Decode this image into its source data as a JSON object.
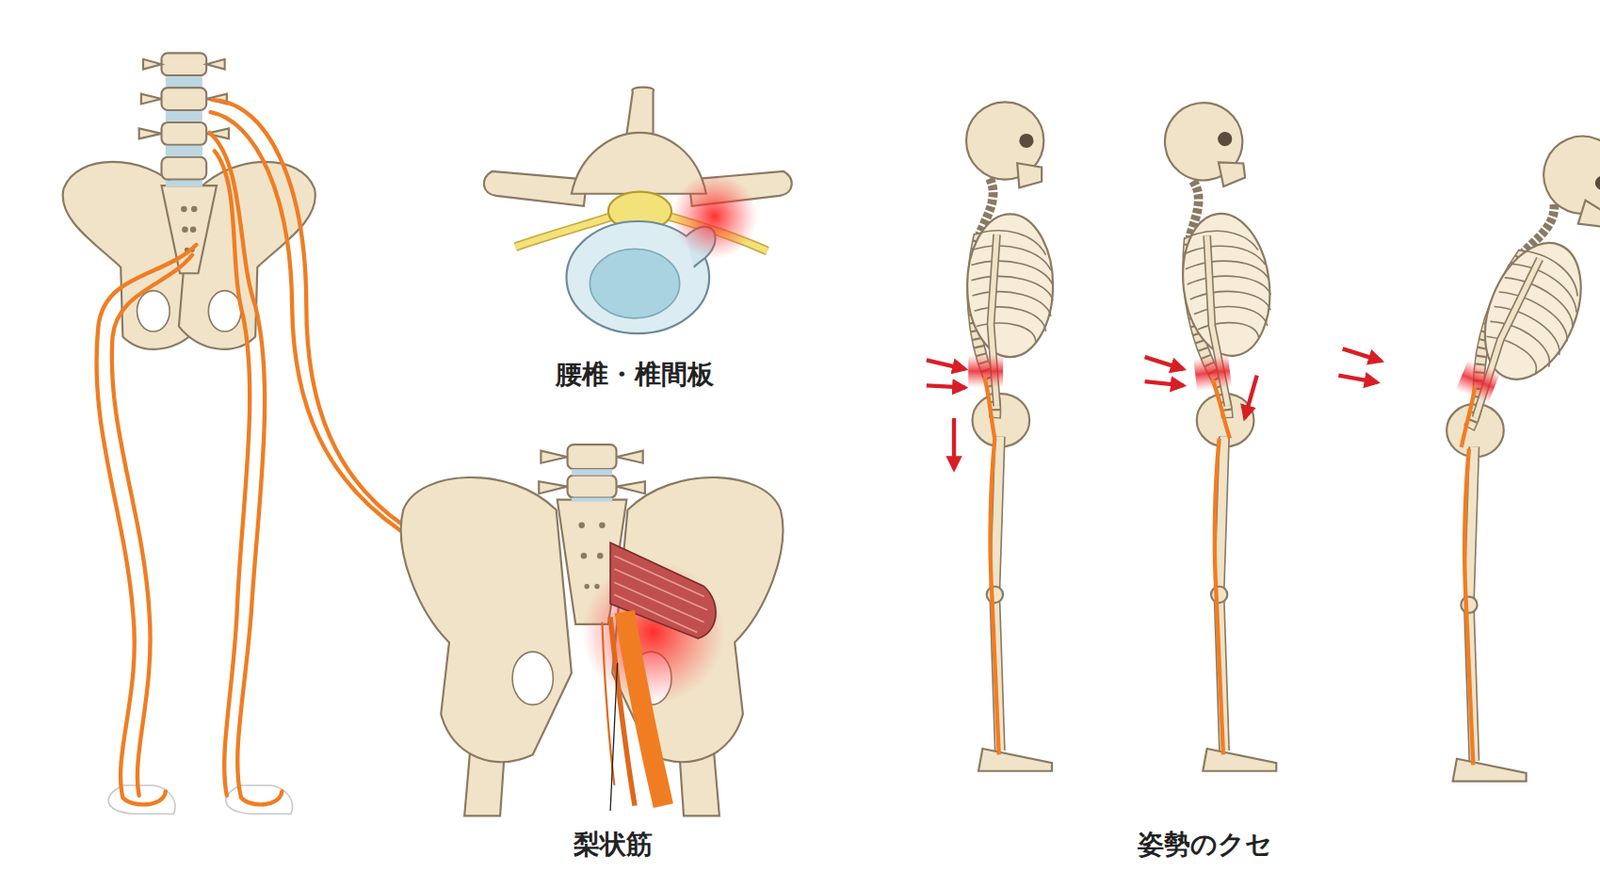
{
  "diagram": {
    "labels": [
      "腰椎・椎間板",
      "梨状筋",
      "姿勢のクセ"
    ]
  }
}
